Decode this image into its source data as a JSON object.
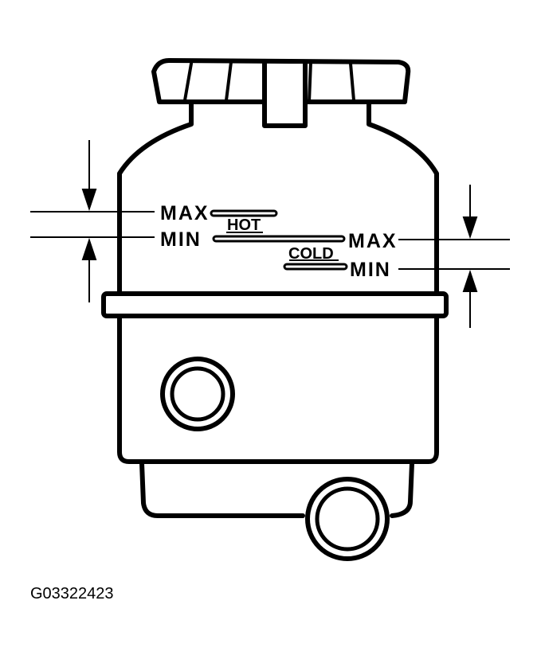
{
  "labels": {
    "hot_max": "MAX",
    "hot_min": "MIN",
    "hot": "HOT",
    "cold_max": "MAX",
    "cold": "COLD",
    "cold_min": "MIN"
  },
  "figure_code": "G03322423",
  "colors": {
    "ink": "#000000",
    "paper": "#ffffff"
  }
}
